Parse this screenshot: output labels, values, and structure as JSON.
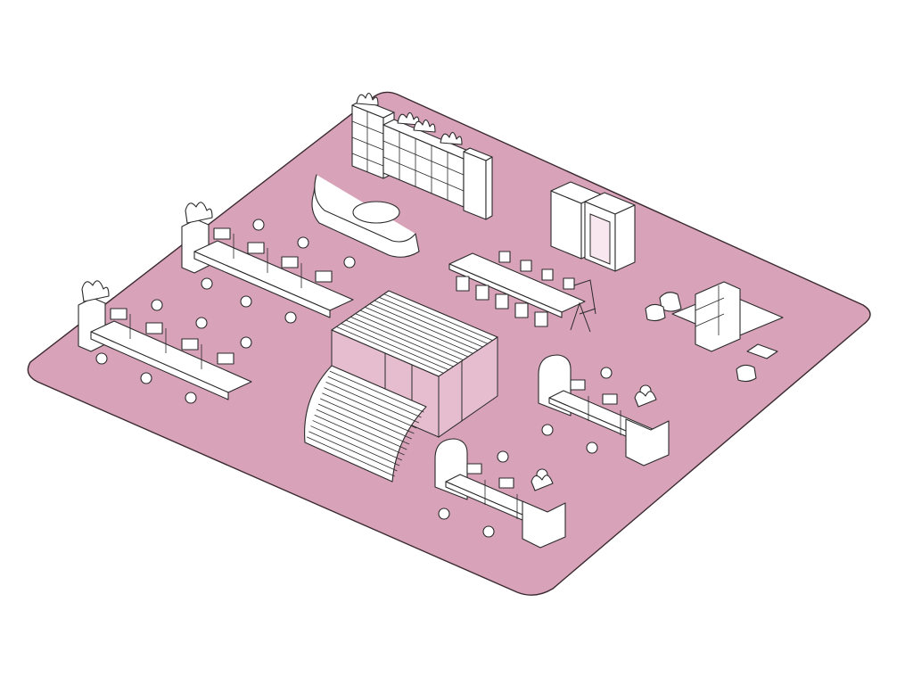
{
  "colors": {
    "floor": "#d8a3b9",
    "floor_edge": "#3a2a30",
    "line": "#2a2a2a",
    "furniture_fill": "#ffffff",
    "glass_tint": "#f3d3e0",
    "background": "#ffffff"
  },
  "zones": [
    {
      "id": "lockers-storage",
      "kind": "storage"
    },
    {
      "id": "reception-desk",
      "kind": "reception"
    },
    {
      "id": "phone-booths",
      "kind": "booth"
    },
    {
      "id": "workstations-north",
      "kind": "desks"
    },
    {
      "id": "workstations-west",
      "kind": "desks"
    },
    {
      "id": "meeting-table",
      "kind": "meeting"
    },
    {
      "id": "lounge-area",
      "kind": "lounge"
    },
    {
      "id": "central-pavilion",
      "kind": "pavilion"
    },
    {
      "id": "workstations-east",
      "kind": "desks"
    },
    {
      "id": "workstations-south",
      "kind": "desks"
    }
  ]
}
